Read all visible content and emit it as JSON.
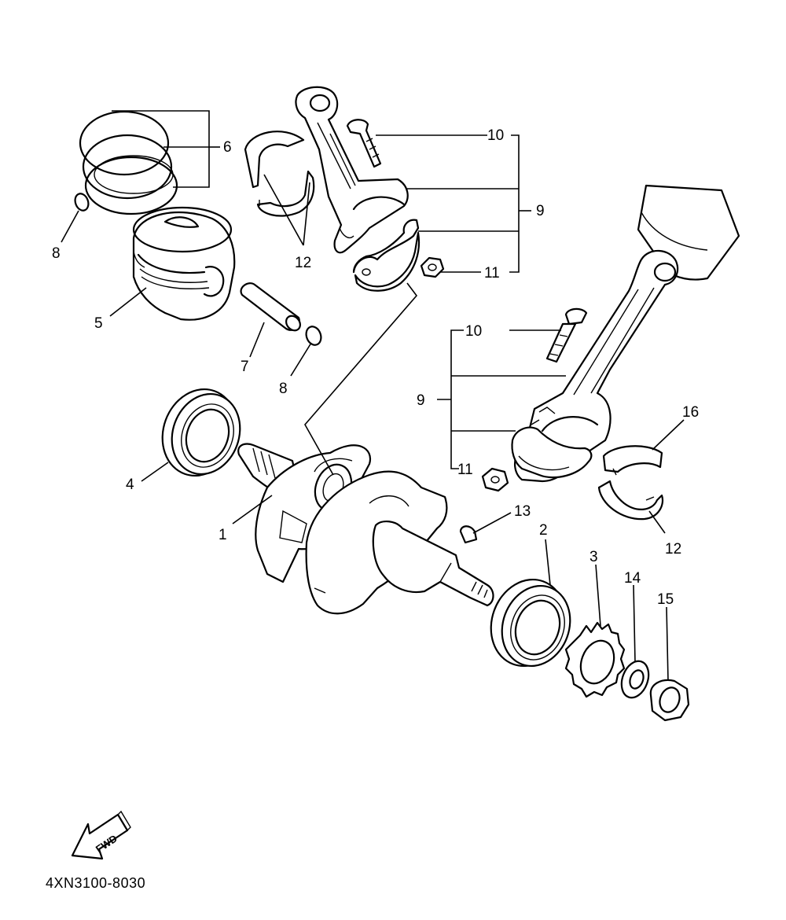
{
  "diagram": {
    "part_code": "4XN3100-8030",
    "fwd_label": "FWD",
    "callouts": {
      "c1": "1",
      "c2": "2",
      "c3": "3",
      "c4": "4",
      "c5": "5",
      "c6": "6",
      "c7": "7",
      "c8a": "8",
      "c8b": "8",
      "c9a": "9",
      "c9b": "9",
      "c10a": "10",
      "c10b": "10",
      "c11a": "11",
      "c11b": "11",
      "c12a": "12",
      "c12b": "12",
      "c13": "13",
      "c14": "14",
      "c15": "15",
      "c16": "16"
    }
  }
}
